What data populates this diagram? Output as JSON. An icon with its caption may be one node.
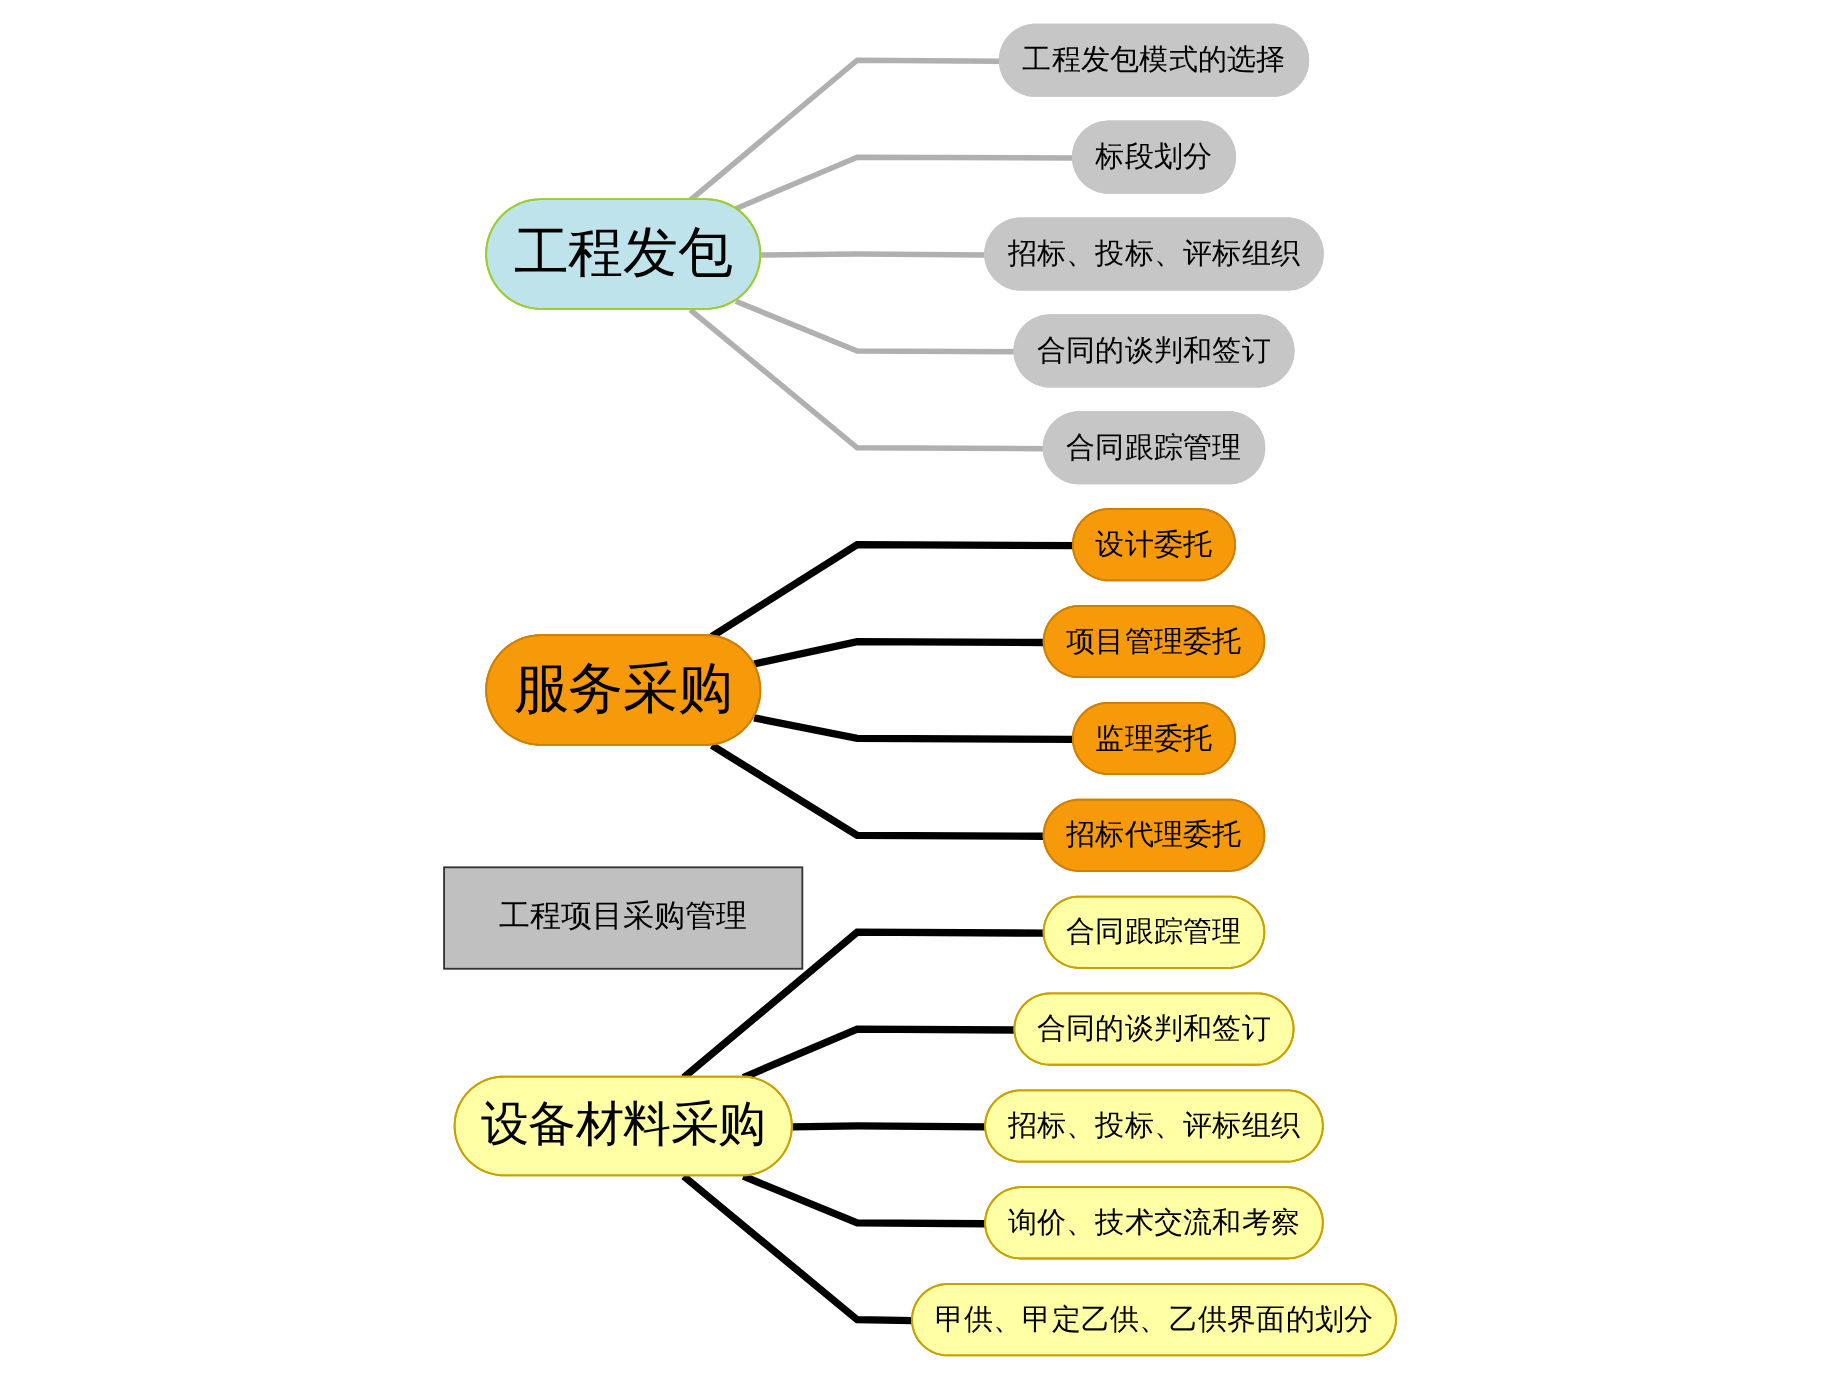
{
  "diagram": {
    "nodes": [
      {
        "text": [
          "工程项目采购管理"
        ]
      },
      {
        "text": [
          "工程发包"
        ]
      },
      {
        "text": [
          "工程发包模式的选择"
        ]
      },
      {
        "text": [
          "标段划分"
        ]
      },
      {
        "text": [
          "招标、投标、评标组织"
        ]
      },
      {
        "text": [
          "合同的谈判和签订"
        ]
      },
      {
        "text": [
          "合同跟踪管理"
        ]
      },
      {
        "text": [
          "服务采购"
        ]
      },
      {
        "text": [
          "设计委托"
        ]
      },
      {
        "text": [
          "项目管理委托"
        ]
      },
      {
        "text": [
          "监理委托"
        ]
      },
      {
        "text": [
          "招标代理委托"
        ]
      },
      {
        "text": [
          "设备材料采购"
        ]
      },
      {
        "text": [
          "合同跟踪管理"
        ]
      },
      {
        "text": [
          "合同的谈判和签订"
        ]
      },
      {
        "text": [
          "招标、投标、评标组织"
        ]
      },
      {
        "text": [
          "询价、技术交流和考察"
        ]
      },
      {
        "text": [
          "甲供、甲定乙供、乙供界面的划分"
        ]
      }
    ],
    "edges": [
      {
        "from": 1,
        "to": 2,
        "arrow": "none",
        "color": "#b0b0b0"
      },
      {
        "from": 1,
        "to": 3,
        "arrow": "none",
        "color": "#b0b0b0"
      },
      {
        "from": 1,
        "to": 4,
        "arrow": "none",
        "color": "#b0b0b0"
      },
      {
        "from": 1,
        "to": 5,
        "arrow": "none",
        "color": "#b0b0b0"
      },
      {
        "from": 1,
        "to": 6,
        "arrow": "none",
        "color": "#b0b0b0"
      },
      {
        "from": 7,
        "to": 8,
        "arrow": "none"
      },
      {
        "from": 7,
        "to": 9,
        "arrow": "none"
      },
      {
        "from": 7,
        "to": 10,
        "arrow": "none"
      },
      {
        "from": 7,
        "to": 11,
        "arrow": "none"
      },
      {
        "from": 12,
        "to": 13,
        "arrow": "none"
      },
      {
        "from": 12,
        "to": 14,
        "arrow": "none"
      },
      {
        "from": 12,
        "to": 15,
        "arrow": "none"
      },
      {
        "from": 12,
        "to": 16,
        "arrow": "none"
      },
      {
        "from": 12,
        "to": 17,
        "arrow": "none"
      }
    ]
  }
}
